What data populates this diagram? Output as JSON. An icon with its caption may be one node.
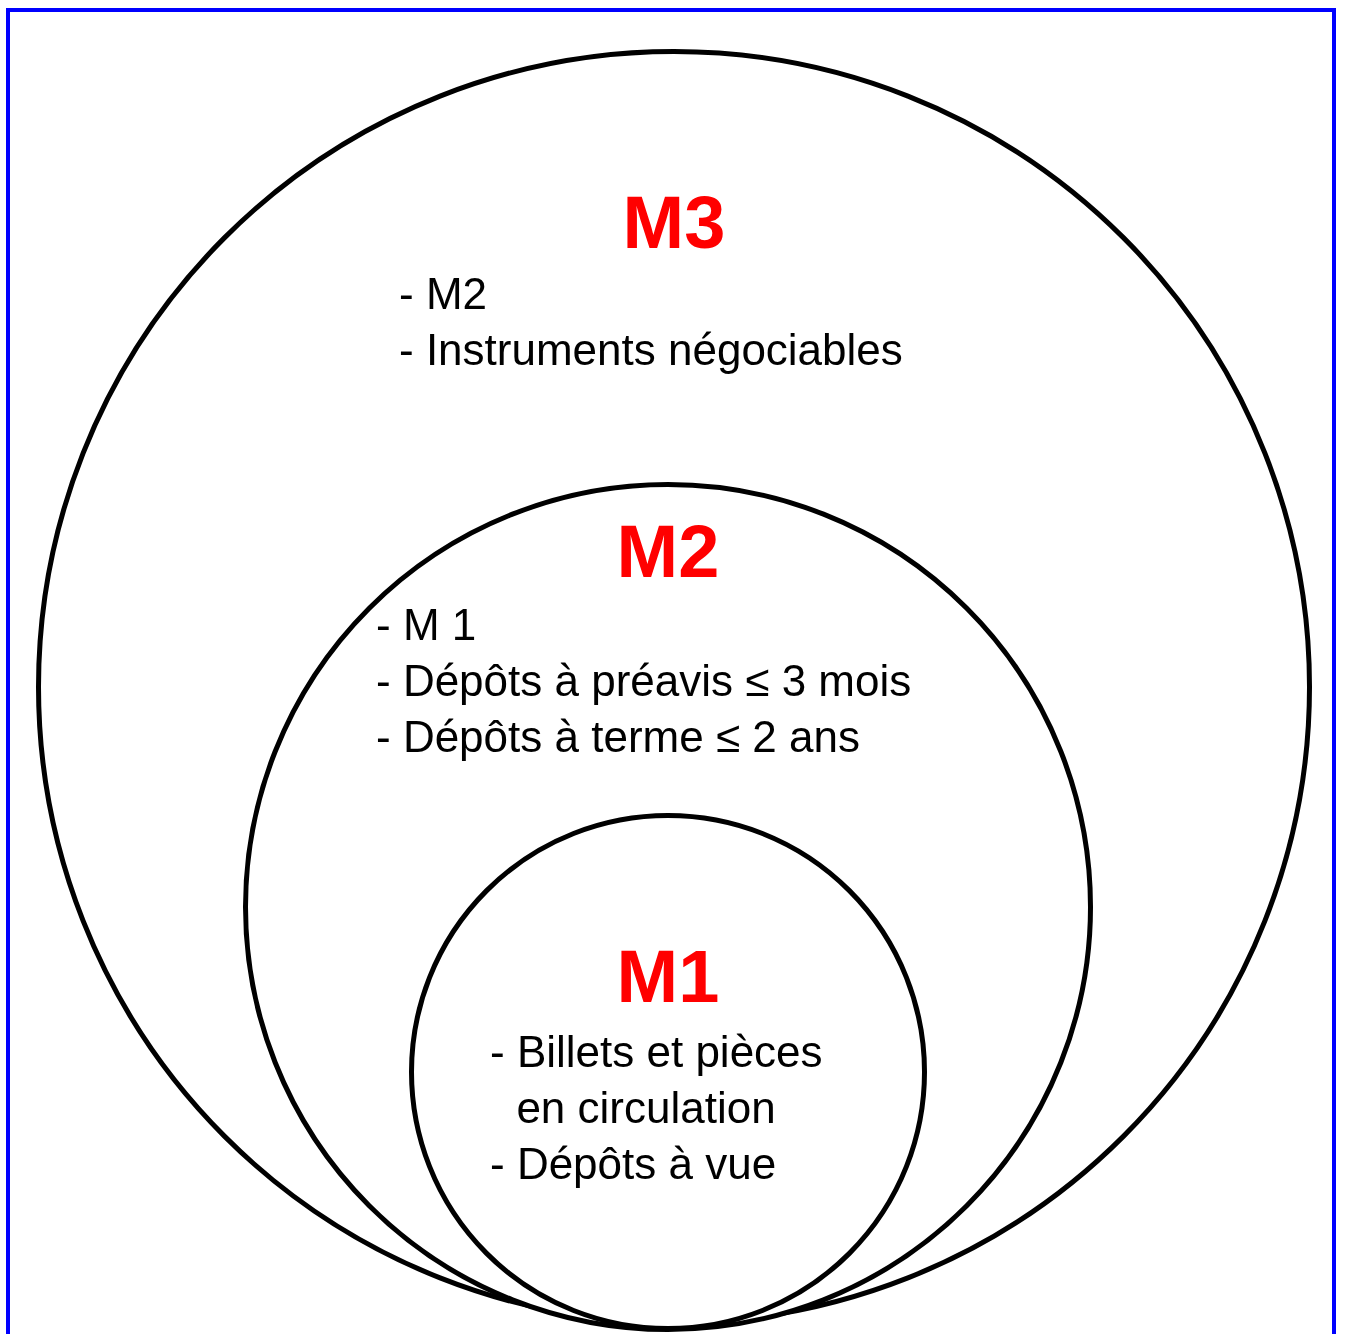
{
  "diagram": {
    "nodes": [
      {
        "text": [
          "M3",
          "- M2",
          "- Instruments négociables"
        ]
      },
      {
        "text": [
          "M2",
          "- M 1",
          "- Dépôts à préavis ≤ 3 mois",
          "- Dépôts à terme ≤ 2 ans"
        ],
        "in": 0
      },
      {
        "text": [
          "M1",
          "- Billets et pièces en circulation",
          "- Dépôts à vue"
        ],
        "in": 1
      }
    ]
  }
}
